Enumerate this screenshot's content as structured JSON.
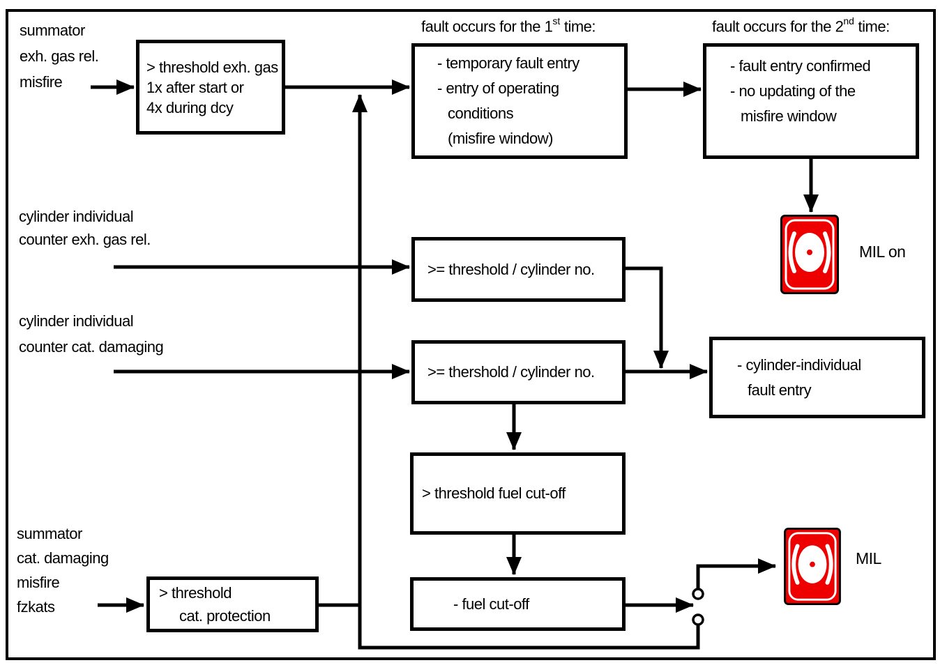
{
  "headings": {
    "first": {
      "pre": "fault occurs for the 1",
      "sup": "st",
      "post": " time:"
    },
    "second": {
      "pre": "fault occurs for the 2",
      "sup": "nd",
      "post": " time:"
    }
  },
  "inputs": {
    "summator_exh": {
      "0": "summator",
      "1": "exh. gas rel.",
      "2": "misfire"
    },
    "cyl_exh": {
      "0": "cylinder individual",
      "1": "counter exh. gas rel."
    },
    "cyl_cat": {
      "0": "cylinder individual",
      "1": "counter cat. damaging"
    },
    "summator_cat": {
      "0": "summator",
      "1": "cat. damaging",
      "2": "misfire",
      "3": "fzkats"
    }
  },
  "boxes": {
    "threshold_exh": {
      "0": "> threshold exh. gas",
      "1": "1x after start or",
      "2": "4x during dcy"
    },
    "first_fault": {
      "0": "- temporary fault entry",
      "1": "- entry of operating",
      "2": "conditions",
      "3": "(misfire window)"
    },
    "second_fault": {
      "0": "- fault entry confirmed",
      "1": "- no updating of the",
      "2": "misfire window"
    },
    "threshold_cyl_exh": {
      "0": ">= threshold / cylinder no."
    },
    "threshold_cyl_cat": {
      "0": ">= thershold / cylinder no."
    },
    "cyl_fault_entry": {
      "0": "- cylinder-individual",
      "1": "fault entry"
    },
    "threshold_fuel_cutoff": {
      "0": "> threshold fuel cut-off"
    },
    "fuel_cutoff": {
      "0": "- fuel cut-off"
    },
    "threshold_cat_protection": {
      "0": "> threshold",
      "1": "cat. protection"
    }
  },
  "mil": {
    "on_label": "MIL on",
    "label": "MIL",
    "color": "#ee0000",
    "line_color": "#000000"
  }
}
